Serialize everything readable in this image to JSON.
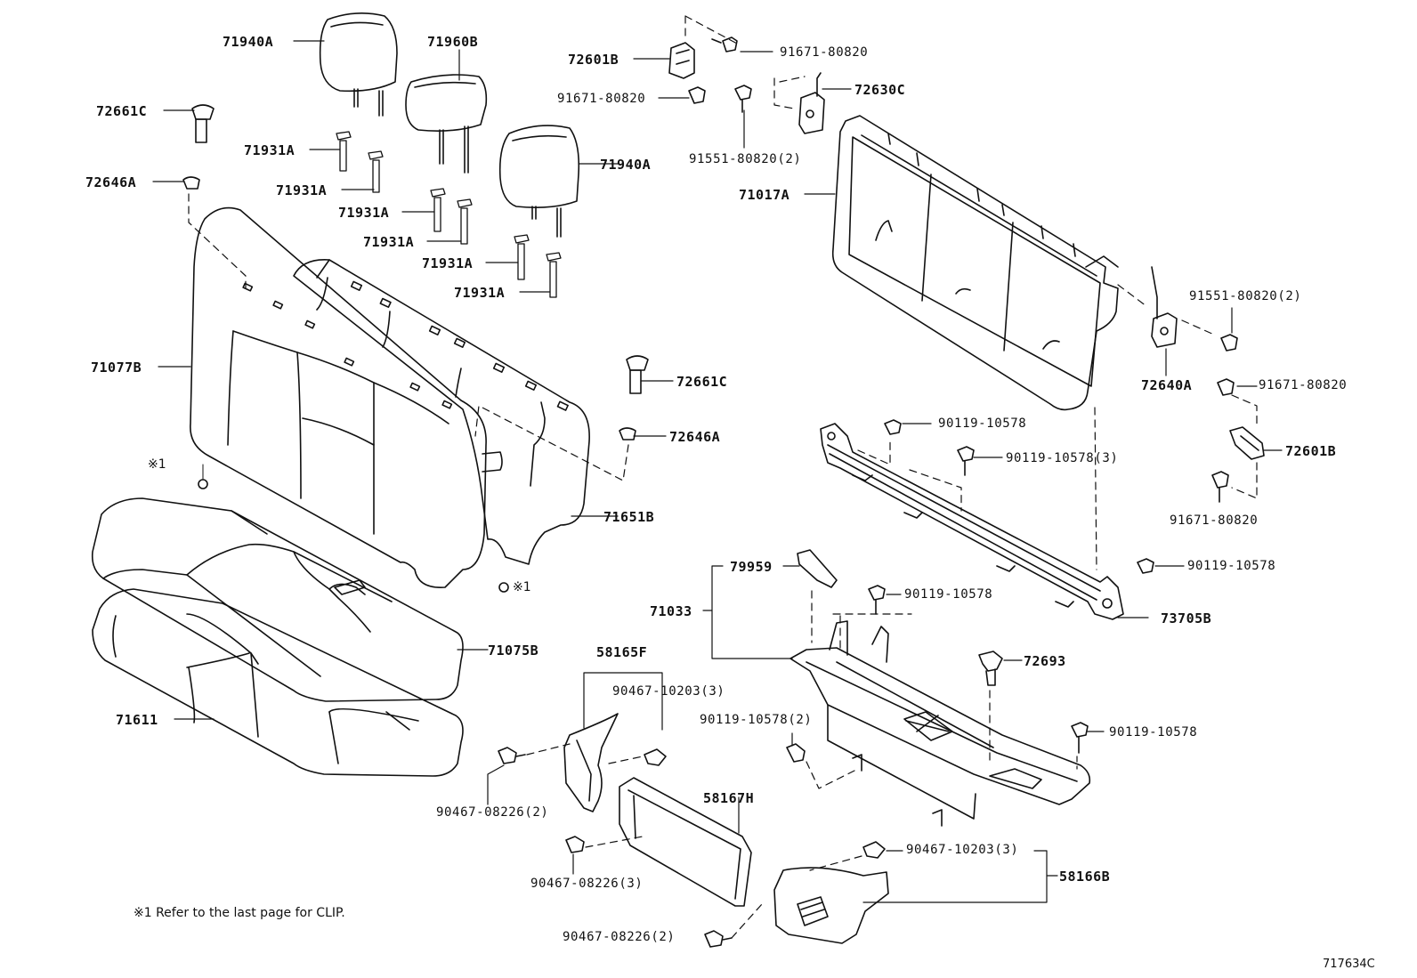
{
  "diagram_id": "717634C",
  "note": "※1  Refer to the last page for CLIP.",
  "clip_marker": "※1",
  "parts": {
    "p71940A_top": "71940A",
    "p71960B": "71960B",
    "p72661C_left": "72661C",
    "p72646A_left": "72646A",
    "p71931A_1": "71931A",
    "p71931A_2": "71931A",
    "p71931A_3": "71931A",
    "p71931A_4": "71931A",
    "p71931A_5": "71931A",
    "p71931A_6": "71931A",
    "p71940A_right": "71940A",
    "p71077B": "71077B",
    "p72661C_right": "72661C",
    "p72646A_right": "72646A",
    "p71651B": "71651B",
    "p71075B": "71075B",
    "p71611": "71611",
    "p72601B_top": "72601B",
    "p91671_80820_a": "91671-80820",
    "p91671_80820_b": "91671-80820",
    "p72630C": "72630C",
    "p91551_80820_2_a": "91551-80820(2)",
    "p71017A": "71017A",
    "p91551_80820_2_b": "91551-80820(2)",
    "p72640A": "72640A",
    "p91671_80820_c": "91671-80820",
    "p72601B_right": "72601B",
    "p91671_80820_d": "91671-80820",
    "p90119_10578_a": "90119-10578",
    "p90119_10578_3": "90119-10578(3)",
    "p90119_10578_b": "90119-10578",
    "p79959": "79959",
    "p71033": "71033",
    "p90119_10578_c": "90119-10578",
    "p73705B": "73705B",
    "p72693": "72693",
    "p58165F": "58165F",
    "p90467_10203_3_a": "90467-10203(3)",
    "p90119_10578_2": "90119-10578(2)",
    "p90119_10578_d": "90119-10578",
    "p90467_08226_2_a": "90467-08226(2)",
    "p58167H": "58167H",
    "p90467_08226_3": "90467-08226(3)",
    "p90467_10203_3_b": "90467-10203(3)",
    "p58166B": "58166B",
    "p90467_08226_2_b": "90467-08226(2)"
  }
}
